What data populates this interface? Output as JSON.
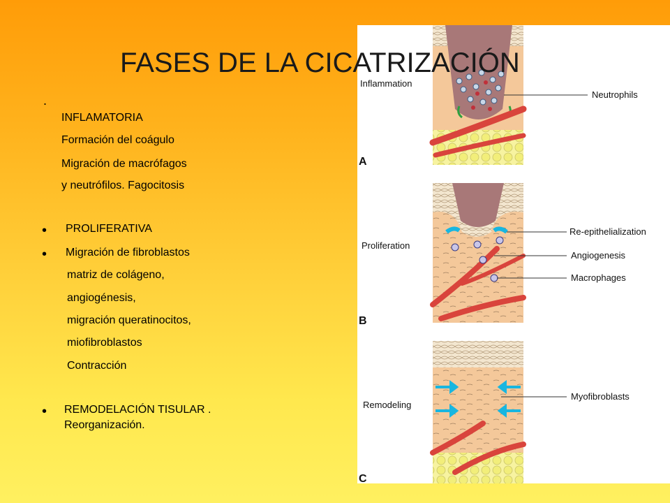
{
  "title": "FASES DE LA CICATRIZACIÓN",
  "left_text": {
    "dot": ".",
    "inflamatoria": [
      "INFLAMATORIA",
      "Formación del coágulo",
      "Migración de macrófagos",
      "y neutrófilos. Fagocitosis"
    ],
    "bullet_symbol": "•",
    "proliferativa_heading": "PROLIFERATIVA",
    "proliferativa_items": [
      "Migración de fibroblastos",
      "matriz de colágeno,",
      "angiogénesis,",
      "migración queratinocitos,",
      "miofibroblastos",
      "Contracción"
    ],
    "remodelacion": [
      "REMODELACIÓN TISULAR .",
      "Reorganización."
    ]
  },
  "figure": {
    "panels": [
      {
        "label": "Inflammation",
        "letter": "A",
        "callouts": [
          "Neutrophils"
        ]
      },
      {
        "label": "Proliferation",
        "letter": "B",
        "callouts": [
          "Re-epithelialization",
          "Angiogenesis",
          "Macrophages"
        ]
      },
      {
        "label": "Remodeling",
        "letter": "C",
        "callouts": [
          "Myofibroblasts"
        ]
      }
    ],
    "colors": {
      "tissue": "#f4c89a",
      "vessel": "#d9443c",
      "fat": "#f2ee7a",
      "clot": "#a87878",
      "arrow": "#18b6e0"
    }
  }
}
